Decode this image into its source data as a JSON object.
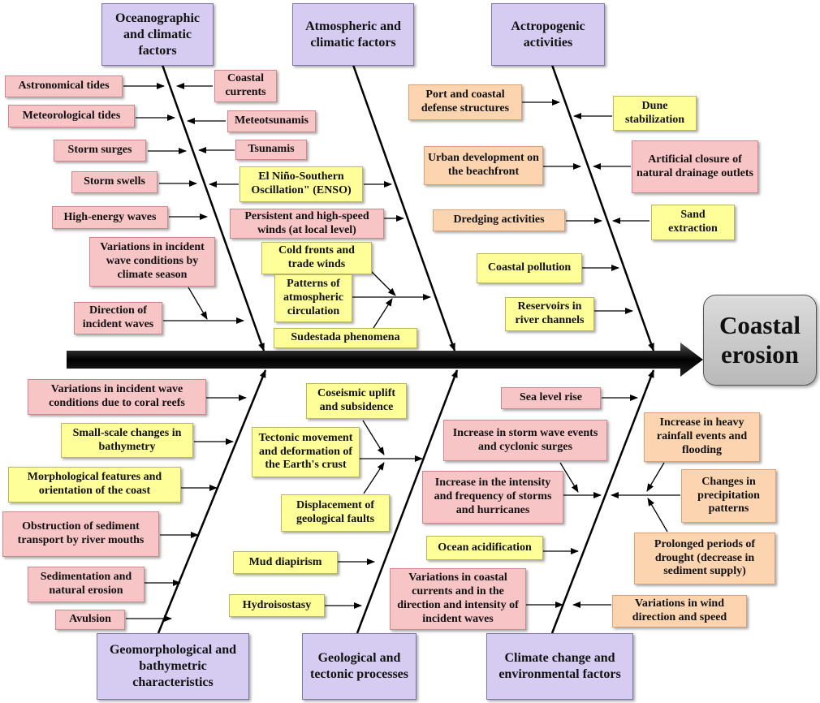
{
  "effect": "Coastal erosion",
  "categories": {
    "oceanographic": "Oceanographic and climatic factors",
    "atmospheric": "Atmospheric and climatic factors",
    "anthropogenic": "Actropogenic activities",
    "geomorphological": "Geomorphological and bathymetric characteristics",
    "geological": "Geological and tectonic processes",
    "climate": "Climate change and environmental factors"
  },
  "causes": {
    "astronomical_tides": "Astronomical tides",
    "meteorological_tides": "Meteorological tides",
    "storm_surges": "Storm surges",
    "storm_swells": "Storm swells",
    "high_energy_waves": "High-energy waves",
    "wave_climate_season": "Variations in incident wave conditions by climate season",
    "direction_incident_waves": "Direction of incident waves",
    "coastal_currents": "Coastal currents",
    "meteotsunamis": "Meteotsunamis",
    "tsunamis": "Tsunamis",
    "enso": "El Niño-Southern Oscillation\" (ENSO)",
    "persistent_winds": "Persistent and high-speed winds (at local level)",
    "cold_fronts": "Cold fronts and trade winds",
    "atmospheric_circulation": "Patterns of atmospheric circulation",
    "sudestada": "Sudestada phenomena",
    "port_structures": "Port and coastal defense structures",
    "urban_development": "Urban development on the beachfront",
    "dredging": "Dredging activities",
    "coastal_pollution": "Coastal pollution",
    "reservoirs": "Reservoirs in river channels",
    "dune_stabilization": "Dune stabilization",
    "artificial_closure": "Artificial closure of natural drainage outlets",
    "sand_extraction": "Sand extraction",
    "coral_reefs": "Variations in incident wave conditions due to coral reefs",
    "bathymetry": "Small-scale changes in bathymetry",
    "morphological_features": "Morphological features and orientation of the coast",
    "sediment_obstruction": "Obstruction of sediment transport by river mouths",
    "sedimentation": "Sedimentation and natural erosion",
    "avulsion": "Avulsion",
    "coseismic": "Coseismic uplift and subsidence",
    "tectonic_movement": "Tectonic movement and deformation of the Earth's crust",
    "faults": "Displacement of geological faults",
    "mud_diapirism": "Mud diapirism",
    "hydroisostasy": "Hydroisostasy",
    "sea_level_rise": "Sea level rise",
    "storm_wave_events": "Increase in storm wave events and cyclonic surges",
    "storm_intensity": "Increase in the intensity and frequency of storms and hurricanes",
    "ocean_acidification": "Ocean acidification",
    "coastal_current_variations": "Variations in coastal currents and in the direction and intensity of incident waves",
    "heavy_rainfall": "Increase in heavy rainfall events and flooding",
    "precipitation_patterns": "Changes in precipitation patterns",
    "drought": "Prolonged periods of drought (decrease in sediment supply)",
    "wind_variations": "Variations in wind direction and speed"
  },
  "colors": {
    "category": "#d6ccf2",
    "natural_cause": "#f8c5c7",
    "atmospheric_geological_cause": "#ffff99",
    "human_climate_cause": "#fcd5b0",
    "effect": "#c8c8c8",
    "spine": "#000000"
  }
}
